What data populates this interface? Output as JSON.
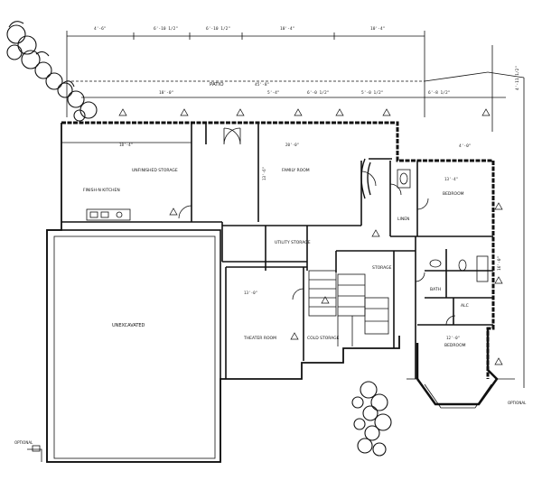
{
  "plan": {
    "patio_label": "PATIO",
    "rooms": {
      "unfinished_storage": "UNFINISHED STORAGE",
      "finish_kitchen": "FINISH-N KITCHEN",
      "family_room": "FAMILY ROOM",
      "bedroom_upper": "BEDROOM",
      "bedroom_lower": "BEDROOM",
      "utility_storage": "UTILITY STORAGE",
      "storage": "STORAGE",
      "bath": "BATH",
      "linen": "LINEN",
      "alc": "ALC",
      "unexcavated": "UNEXCAVATED",
      "theater_room": "THEATER ROOM",
      "cold_storage": "COLD STORAGE",
      "optional": "OPTIONAL",
      "optional_2": "OPTIONAL"
    },
    "dimensions": {
      "top_a": "4'-6\"",
      "top_b": "6'-10 1/2\"",
      "top_c": "6'-10 1/2\"",
      "top_d": "10'-4\"",
      "top_e": "10'-4\"",
      "overall": "45'-8\"",
      "sub_a": "18'-0\"",
      "sub_b": "5'-4\"",
      "sub_c": "6'-0 1/2\"",
      "sub_d": "5'-0 1/2\"",
      "sub_e": "6'-8 1/2\"",
      "right_a": "4'-0\"",
      "right_b": "16'-0\"",
      "right_c": "4'-11 1/2\"",
      "room_fam_w": "20'-0\"",
      "room_fam_d": "13'-6\"",
      "room_st_w": "18'-4\"",
      "room_bed_w": "13'-4\"",
      "room_bed2_w": "12'-0\"",
      "room_th": "13'-0\""
    }
  }
}
